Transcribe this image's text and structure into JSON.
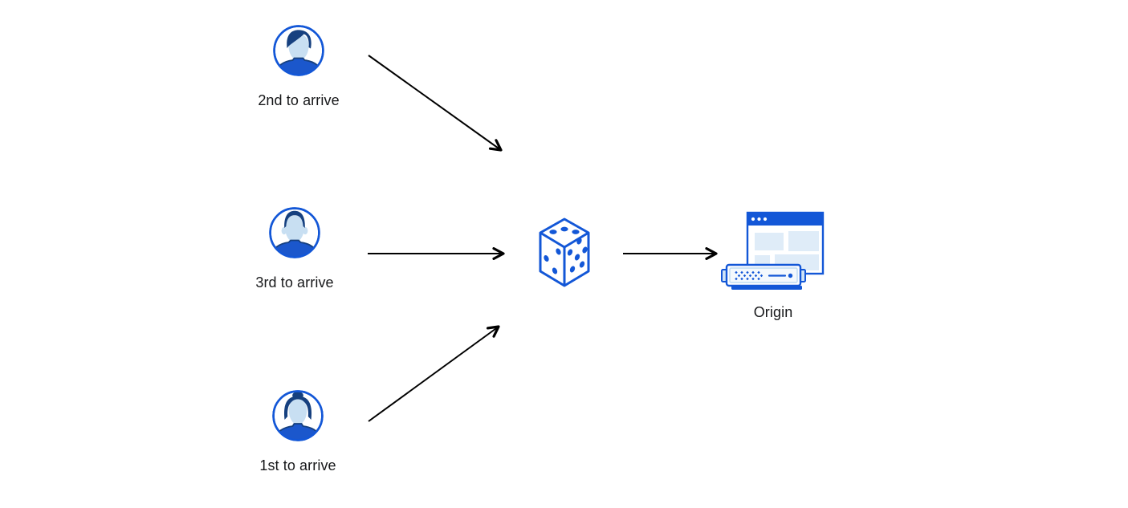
{
  "diagram": {
    "clients": [
      {
        "label": "2nd to arrive",
        "icon": "male-user-avatar-icon"
      },
      {
        "label": "3rd to arrive",
        "icon": "male-user-short-hair-avatar-icon"
      },
      {
        "label": "1st to arrive",
        "icon": "female-user-avatar-icon"
      }
    ],
    "randomizer": {
      "icon": "dice-icon"
    },
    "origin": {
      "label": "Origin",
      "icon": "origin-server-icon"
    }
  },
  "colors": {
    "accent_blue": "#1357d7",
    "dark_navy": "#16407f",
    "face_blue": "#c8dff2",
    "shirt_blue": "#1b57cc",
    "panel_blue": "#dfecf8",
    "server_tab_blue": "#cfe4f6",
    "arrow_black": "#000000",
    "text_color": "#17181a",
    "background": "#ffffff"
  }
}
